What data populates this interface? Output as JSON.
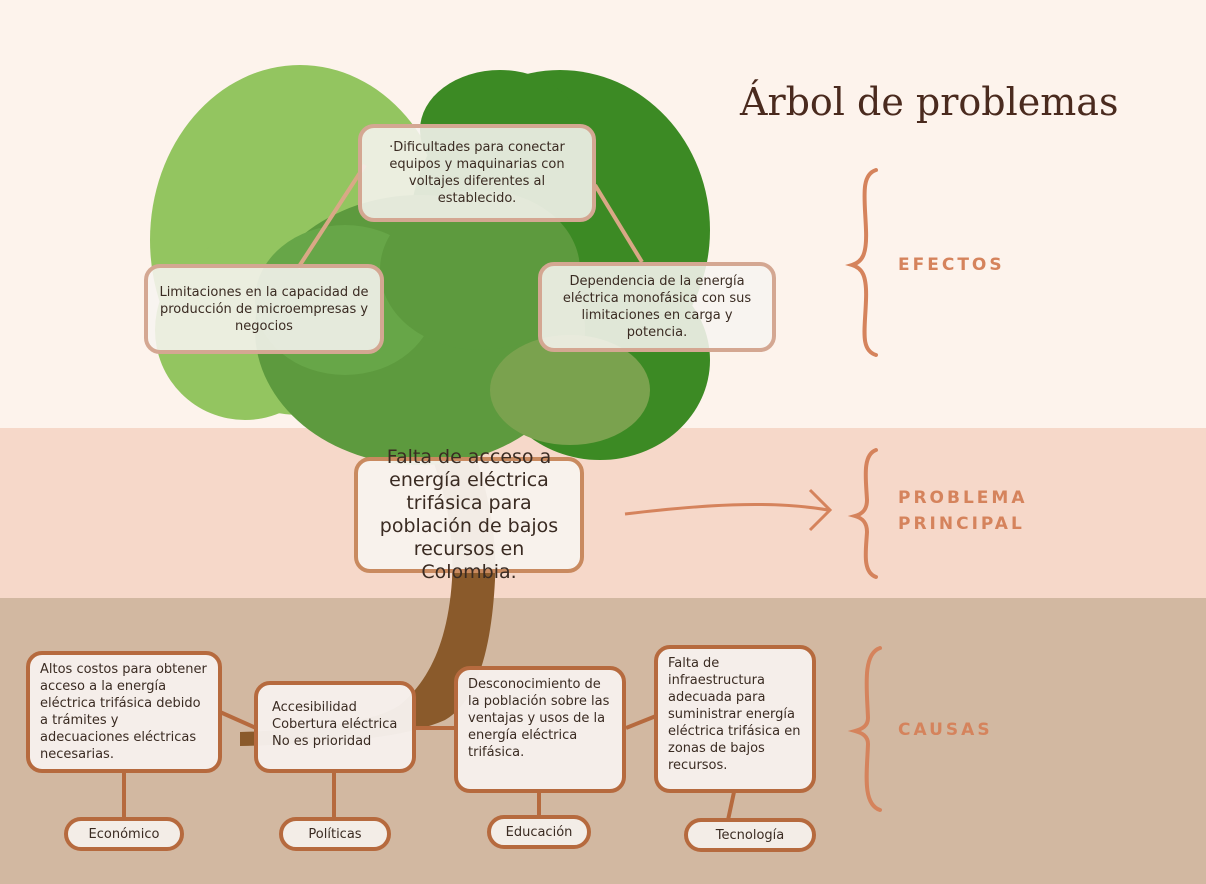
{
  "title": "Árbol de problemas",
  "labels": {
    "effects": "EFECTOS",
    "main_problem_line1": "PROBLEMA",
    "main_problem_line2": "PRINCIPAL",
    "causes": "CAUSAS"
  },
  "effects": {
    "top": "·Dificultades para conectar equipos y maquinarias con voltajes diferentes al establecido.",
    "left": "Limitaciones en la capacidad de producción de microempresas y negocios",
    "right": "Dependencia de la energía eléctrica monofásica con sus limitaciones en carga y potencia."
  },
  "main_problem": "Falta de acceso a energía eléctrica trifásica para población de bajos recursos en Colombia.",
  "causes": [
    {
      "text": "Altos costos para obtener acceso a la energía eléctrica trifásica debido a trámites y adecuaciones eléctricas necesarias.",
      "category": "Económico"
    },
    {
      "text": "Accesibilidad\nCobertura eléctrica\nNo es prioridad",
      "category": "Políticas"
    },
    {
      "text": "Desconocimiento de la población sobre las ventajas y usos de la energía eléctrica trifásica.",
      "category": "Educación"
    },
    {
      "text": "Falta de infraestructura adecuada para suministrar energía eléctrica trifásica en zonas de bajos recursos.",
      "category": "Tecnología"
    }
  ],
  "colors": {
    "band_top": "#fdf3ec",
    "band_middle": "#f6d8c9",
    "band_bottom": "#d2b8a1",
    "accent": "#d5835c",
    "trunk": "#8a5a2b"
  }
}
